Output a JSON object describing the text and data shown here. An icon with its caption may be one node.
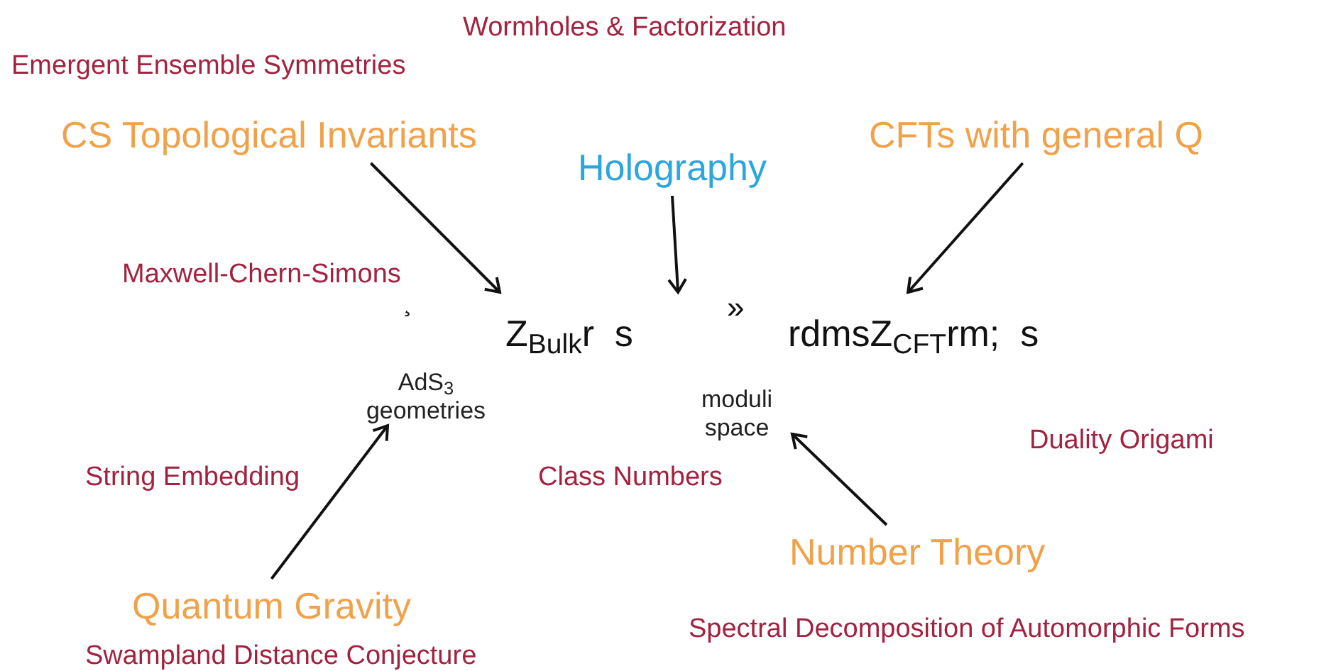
{
  "diagram": {
    "nodes": [
      {
        "text": [
          "CS Topological Invariants"
        ]
      },
      {
        "text": [
          "Holography"
        ]
      },
      {
        "text": [
          "CFTs with general Q"
        ]
      },
      {
        "text": [
          "Z$_{Bulk}$r  s",
          "»",
          "rdmsZ$_{CFT}$rm;  s"
        ]
      },
      {
        "text": [
          "AdS$_{3}$ geometries"
        ]
      },
      {
        "text": [
          "moduli space"
        ]
      },
      {
        "text": [
          "Quantum Gravity"
        ]
      },
      {
        "text": [
          "Number Theory"
        ]
      }
    ],
    "edges": [
      {
        "from": 0,
        "to": 3,
        "arrow": "to"
      },
      {
        "from": 1,
        "to": 3,
        "arrow": "to"
      },
      {
        "from": 2,
        "to": 3,
        "arrow": "to"
      },
      {
        "from": 6,
        "to": 4,
        "arrow": "to"
      },
      {
        "from": 7,
        "to": 5,
        "arrow": "to"
      }
    ],
    "labels": [
      "Wormholes & Factorization",
      "Emergent Ensemble Symmetries",
      "Maxwell-Chern-Simons",
      "¸",
      "Duality Origami",
      "String Embedding",
      "Class Numbers",
      "Spectral Decomposition of Automorphic Forms",
      "Swampland Distance Conjecture"
    ]
  }
}
